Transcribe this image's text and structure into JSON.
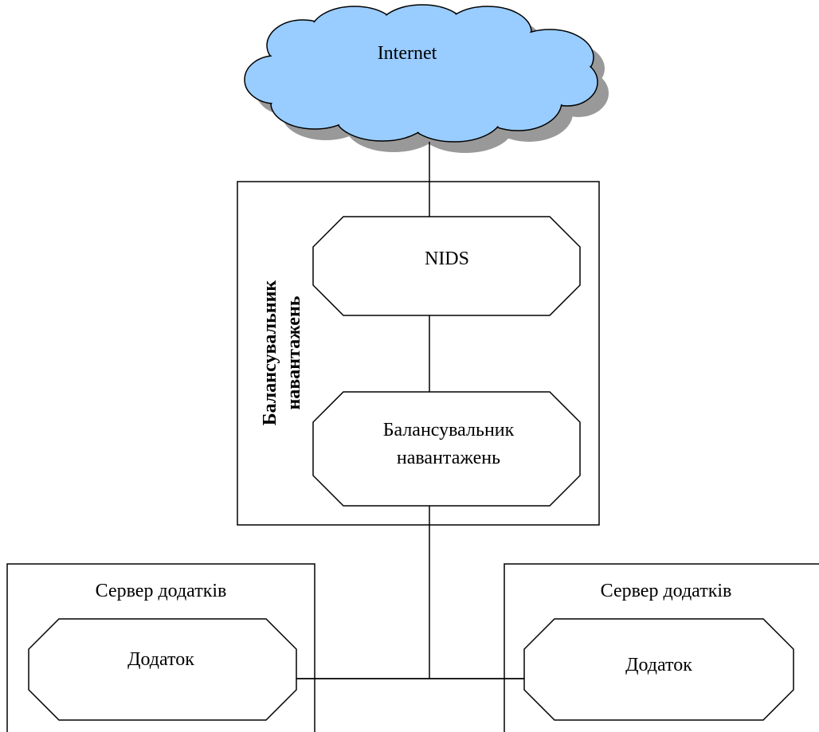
{
  "diagram": {
    "cloud": {
      "label": "Internet",
      "fill": "#99ccff",
      "shadow": "#999999"
    },
    "balancer_group": {
      "label_line1": "Балансувальник",
      "label_line2": "навантажень"
    },
    "nids": {
      "label": "NIDS"
    },
    "balancer_node": {
      "label_line1": "Балансувальник",
      "label_line2": "навантажень"
    },
    "servers": [
      {
        "title": "Сервер додатків",
        "app_label": "Додаток"
      },
      {
        "title": "Сервер додатків",
        "app_label": "Додаток"
      }
    ]
  }
}
